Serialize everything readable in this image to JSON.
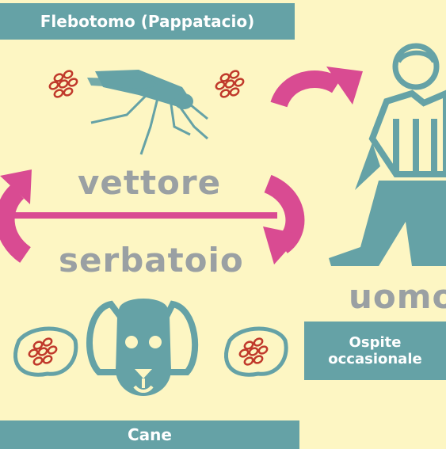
{
  "labels": {
    "vector_host": "Flebotomo (Pappatacio)",
    "reservoir_host": "Cane",
    "occasional_line1": "Ospite",
    "occasional_line2": "occasionale"
  },
  "words": {
    "vettore": "vettore",
    "serbatoio": "serbatoio",
    "uomo": "uomo"
  },
  "colors": {
    "background": "#fdf6c3",
    "teal": "#65a2a6",
    "magenta": "#d94b92",
    "grey": "#9aa0a3",
    "parasite": "#c0392b"
  },
  "icons": [
    "sandfly-icon",
    "dog-icon",
    "man-icon",
    "parasite-cluster-icon",
    "cycle-arrow-icon"
  ]
}
